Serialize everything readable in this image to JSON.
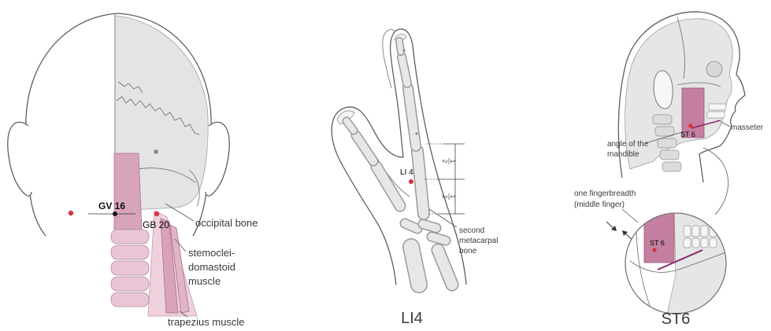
{
  "colors": {
    "acupoint": "#d9313e",
    "muscle": "#c47fa0",
    "mandible_line": "#8e2b6b"
  },
  "back_head": {
    "gv16": "GV 16",
    "gb20": "GB 20",
    "occipital": "occipital bone",
    "scm": [
      "stemoclei-",
      "domastoid",
      "muscle"
    ],
    "trapezius": "trapezius muscle"
  },
  "hand": {
    "li4": "LI 4",
    "fractions": [
      {
        "num": "1",
        "den": "2"
      },
      {
        "num": "1",
        "den": "2"
      }
    ],
    "metacarpal": [
      "second",
      "metacarpal",
      "bone"
    ],
    "caption": "LI4"
  },
  "side_head": {
    "st6": "ST 6",
    "masseter": "masseter",
    "angle": [
      "angle of the",
      "mandible"
    ],
    "fingerbreadth": [
      "one fingerbreadth",
      "(middle finger)"
    ],
    "inset_st6": "ST 6",
    "caption": "ST6"
  }
}
